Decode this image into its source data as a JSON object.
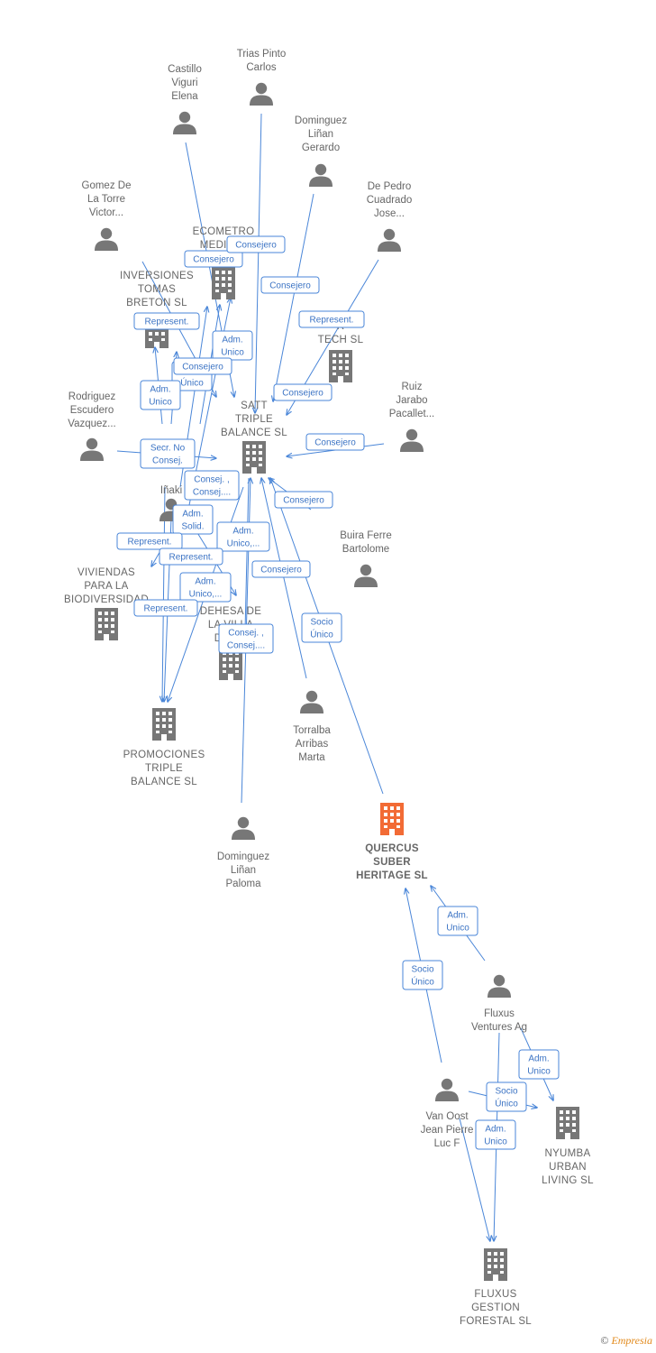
{
  "people": [
    {
      "id": "trias",
      "lines": [
        "Trias Pinto",
        "Carlos"
      ]
    },
    {
      "id": "castillo",
      "lines": [
        "Castillo",
        "Viguri",
        "Elena"
      ]
    },
    {
      "id": "dominguez_gerardo",
      "lines": [
        "Dominguez",
        "Liñan",
        "Gerardo"
      ]
    },
    {
      "id": "gomez",
      "lines": [
        "Gomez De",
        "La Torre",
        "Victor..."
      ]
    },
    {
      "id": "depedro",
      "lines": [
        "De Pedro",
        "Cuadrado",
        "Jose..."
      ]
    },
    {
      "id": "ruiz",
      "lines": [
        "Ruiz",
        "Jarabo",
        "Pacallet..."
      ]
    },
    {
      "id": "rodriguez",
      "lines": [
        "Rodriguez",
        "Escudero",
        "Vazquez..."
      ]
    },
    {
      "id": "inaki",
      "lines": [
        "Iñaki"
      ]
    },
    {
      "id": "buira",
      "lines": [
        "Buira Ferre",
        "Bartolome"
      ]
    },
    {
      "id": "torralba",
      "lines": [
        "Torralba",
        "Arribas",
        "Marta"
      ]
    },
    {
      "id": "dominguez_paloma",
      "lines": [
        "Dominguez",
        "Liñan",
        "Paloma"
      ]
    },
    {
      "id": "fluxus_ag",
      "lines": [
        "Fluxus",
        "Ventures Ag"
      ]
    },
    {
      "id": "vanoost",
      "lines": [
        "Van Oost",
        "Jean Pierre",
        "Luc F"
      ]
    }
  ],
  "companies": [
    {
      "id": "ecometro",
      "lines": [
        "ECOMETRO",
        "MEDICI..."
      ],
      "focus": false
    },
    {
      "id": "inversiones",
      "lines": [
        "INVERSIONES",
        "TOMAS",
        "BRETON  SL"
      ],
      "focus": false
    },
    {
      "id": "tech",
      "lines": [
        "R",
        "TECH  SL"
      ],
      "focus": false
    },
    {
      "id": "satt",
      "lines": [
        "SATT",
        "TRIPLE",
        "BALANCE  SL"
      ],
      "focus": false
    },
    {
      "id": "viviendas",
      "lines": [
        "VIVIENDAS",
        "PARA LA",
        "BIODIVERSIDAD"
      ],
      "focus": false
    },
    {
      "id": "dehesa",
      "lines": [
        "DEHESA DE",
        "LA VILLA",
        "DIST..."
      ],
      "focus": false
    },
    {
      "id": "promociones",
      "lines": [
        "PROMOCIONES",
        "TRIPLE",
        "BALANCE  SL"
      ],
      "focus": false
    },
    {
      "id": "quercus",
      "lines": [
        "QUERCUS",
        "SUBER",
        "HERITAGE  SL"
      ],
      "focus": true
    },
    {
      "id": "nyumba",
      "lines": [
        "NYUMBA",
        "URBAN",
        "LIVING  SL"
      ],
      "focus": false
    },
    {
      "id": "fluxus_gestion",
      "lines": [
        "FLUXUS",
        "GESTION",
        "FORESTAL  SL"
      ],
      "focus": false
    }
  ],
  "relations": [
    {
      "id": "r1",
      "lines": [
        "Consejero"
      ]
    },
    {
      "id": "r2",
      "lines": [
        "Consejero"
      ]
    },
    {
      "id": "r3",
      "lines": [
        "Consejero"
      ]
    },
    {
      "id": "r4",
      "lines": [
        "Represent."
      ]
    },
    {
      "id": "r5",
      "lines": [
        "Represent."
      ]
    },
    {
      "id": "r6",
      "lines": [
        "Adm.",
        "Unico"
      ]
    },
    {
      "id": "r7",
      "lines": [
        "Socio",
        "Único"
      ]
    },
    {
      "id": "r8",
      "lines": [
        "Adm.",
        "Unico"
      ]
    },
    {
      "id": "r9",
      "lines": [
        "Consejero"
      ]
    },
    {
      "id": "r10",
      "lines": [
        "Consejero"
      ]
    },
    {
      "id": "r11",
      "lines": [
        "Secr.  No",
        "Consej."
      ]
    },
    {
      "id": "r12",
      "lines": [
        "Consej. ,",
        "Consej...."
      ]
    },
    {
      "id": "r13",
      "lines": [
        "Consejero"
      ]
    },
    {
      "id": "r14",
      "lines": [
        "Adm.",
        "Solid."
      ]
    },
    {
      "id": "r15",
      "lines": [
        "Represent."
      ]
    },
    {
      "id": "r16",
      "lines": [
        "Adm.",
        "Unico,..."
      ]
    },
    {
      "id": "r17",
      "lines": [
        "Represent."
      ]
    },
    {
      "id": "r18",
      "lines": [
        "Adm.",
        "Unico,..."
      ]
    },
    {
      "id": "r19",
      "lines": [
        "Consejero"
      ]
    },
    {
      "id": "r20",
      "lines": [
        "Represent."
      ]
    },
    {
      "id": "r21",
      "lines": [
        "Consej. ,",
        "Consej...."
      ]
    },
    {
      "id": "r22",
      "lines": [
        "Consejero"
      ]
    },
    {
      "id": "r23",
      "lines": [
        "Socio",
        "Único"
      ]
    },
    {
      "id": "r24",
      "lines": [
        "Adm.",
        "Unico"
      ]
    },
    {
      "id": "r25",
      "lines": [
        "Socio",
        "Único"
      ]
    },
    {
      "id": "r26",
      "lines": [
        "Adm.",
        "Unico"
      ]
    },
    {
      "id": "r27",
      "lines": [
        "Socio",
        "Único"
      ]
    },
    {
      "id": "r28",
      "lines": [
        "Adm.",
        "Unico"
      ]
    }
  ],
  "colors": {
    "edge": "#4a86d8",
    "icon": "#777777",
    "focus": "#f26b35",
    "tag_text": "#3b73c4"
  },
  "icons": {
    "person": "person-icon",
    "company": "building-icon"
  },
  "credit": {
    "symbol": "©",
    "brand": "Empresia"
  }
}
